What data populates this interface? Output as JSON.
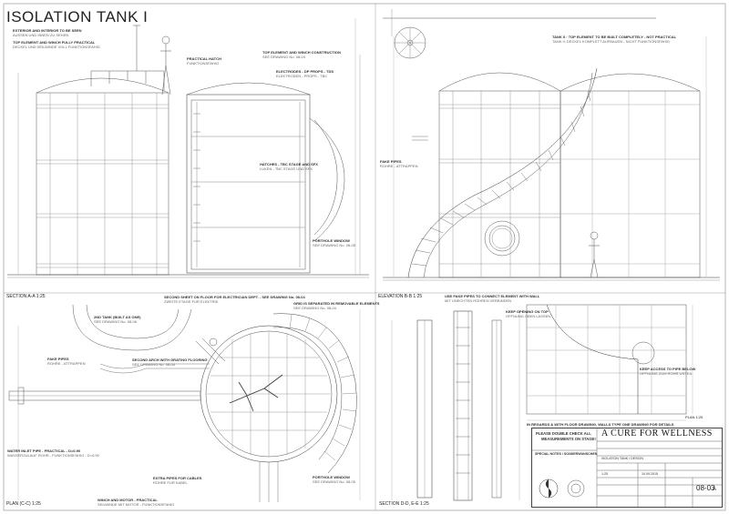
{
  "sheet": {
    "title": "ISOLATION TANK I",
    "sections": {
      "aa": "SECTION A-A 1:25",
      "bb": "ELEVATION B-B 1:25",
      "cc": "PLAN (C-C) 1:25",
      "dd": "SECTION D-D, E-E 1:25",
      "plan_small": "PLAN 1:25"
    }
  },
  "notes": {
    "n1": {
      "title": "EXTERIOR AND INTERIOR TO BE SEEN",
      "sub": "AUSSEN UND INNEN ZU SEHEN"
    },
    "n2": {
      "title": "TOP ELEMENT AND WINCH FULLY PRACTICAL",
      "sub": "DECKEL UND SEILWINDE VOLL FUNKTIONSFAHIG"
    },
    "n3": {
      "title": "PRACTICAL HATCH",
      "sub": "FUNKTIONSFAHIG"
    },
    "n4": {
      "title": "TOP ELEMENT AND WINCH CONSTRUCTION",
      "sub": "SEE DRAWING No. 08-04"
    },
    "n5": {
      "title": "ELECTRODES - DP PROPS - TDS",
      "sub": "ELEKTRODEN - PROPS - TBC"
    },
    "n6": {
      "title": "HATCHES - TBC STAGE AND SFX",
      "sub": "LUKEN - TBC STAGE UND SFX"
    },
    "n7": {
      "title": "PORTHOLE WINDOW",
      "sub": "SEE DRAWING No. 08-05"
    },
    "n8": {
      "title": "TANK II : TOP ELEMENT TO BE BUILT COMPLETELY - NOT PRACTICAL",
      "sub": "TANK II: DECKEL KOMPLETT AUFBAUEN - NICHT FUNKTIONSFAHIG"
    },
    "n9": {
      "title": "FAKE PIPES",
      "sub": "ROHRE - ATTRAPPEN"
    },
    "n10": {
      "title": "SECOND SHEET ON FLOOR FOR ELECTRICIAN DEPT. - SEE DRAWING No. 08-04",
      "sub": "ZWEITE ETAGE FUR ELEKTRIK"
    },
    "n11": {
      "title": "GRID IS SEPARATED IN REMOVABLE ELEMENTS",
      "sub": "SEE DRAWING No. 08-04"
    },
    "n12": {
      "title": "2ND TANK (BUILT AS ONE)",
      "sub": "SEE DRAWING No. 08-06"
    },
    "n13": {
      "title": "FAKE PIPES",
      "sub": "ROHRE - ATTRAPPEN"
    },
    "n14": {
      "title": "SECOND ARCH WITH GRATING FLOORING",
      "sub": "SEE DRAWING No. 08-04"
    },
    "n15": {
      "title": "WATER INLET PIPE - PRACTICAL - D=0.90",
      "sub": "WASSERZULAUF ROHR - FUNKTIONSFAHIG - D=0.90"
    },
    "n16": {
      "title": "EXTRA PIPES FOR CABLES",
      "sub": "ROHRE FUR KABEL"
    },
    "n17": {
      "title": "WINCH AND MOTOR - PRACTICAL",
      "sub": "SEILWINDE MIT MOTOR - FUNKTIONSFAHIG"
    },
    "n18": {
      "title": "PORTHOLE WINDOW",
      "sub": "SEE DRAWING No. 08-05"
    },
    "n19": {
      "title": "USE FAKE PIPES TO CONNECT ELEMENT WITH WALL",
      "sub": "MIT UNECHTEN ROHREN VERBINDEN"
    },
    "n20": {
      "title": "KEEP OPENING ON TOP",
      "sub": "OFFNUNG OBEN LASSEN"
    },
    "n21": {
      "title": "KEEP ACCESS TO PIPE BELOW",
      "sub": "OFFNUNG ZUM ROHR UNTEN"
    },
    "n22": {
      "title": "IN REGARDS & WITH FLOOR DRAWING, WALLS TYPE ONE DRAWING FOR DETAILS",
      "sub": ""
    }
  },
  "title_block": {
    "brand": "A CURE FOR WELLNESS",
    "warning_title": "PLEASE DOUBLE CHECK ALL",
    "warning_sub": "MEASUREMENTS ON STAGE!",
    "special_notes": "SPECIAL NOTES / SONDERWUNSCHEN",
    "drawing_name": "ISOLATION TANK / DESIGN",
    "sheet_no": "08-03",
    "revision": "A",
    "scale": "1:25",
    "date": "10.09.2015"
  }
}
